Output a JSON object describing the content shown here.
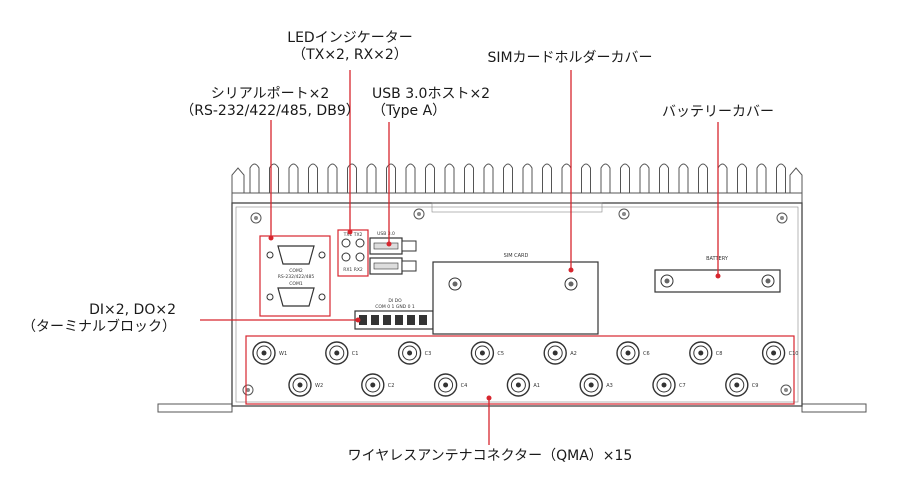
{
  "labels": {
    "led_line1": "LEDインジケーター",
    "led_line2": "（TX×2, RX×2）",
    "sim_cover": "SIMカードホルダーカバー",
    "serial_line1": "シリアルポート×2",
    "serial_line2": "（RS-232/422/485, DB9）",
    "usb_line1": "USB 3.0ホスト×2",
    "usb_line2": "（Type A）",
    "battery_cover": "バッテリーカバー",
    "dio_line1": "DI×2, DO×2",
    "dio_line2": "（ターミナルブロック）",
    "antenna": "ワイヤレスアンテナコネクター（QMA）×15"
  },
  "panel": {
    "sim_card": "SIM CARD",
    "battery": "BATTERY",
    "com2": "COM2",
    "com2_spec": "RS-232/422/485",
    "com1": "COM1",
    "led_tx": "TX1 TX2",
    "led_rx": "RX1 RX2",
    "usb": "USB 3.0",
    "dio_top": "DI    DO",
    "dio_bottom": "COM 0  1  GND  0  1",
    "antennas_top": [
      "W1",
      "C1",
      "C3",
      "C5",
      "A2",
      "C6",
      "C8",
      "C10"
    ],
    "antennas_bottom": [
      "W2",
      "C2",
      "C4",
      "A1",
      "A3",
      "C7",
      "C9"
    ]
  },
  "colors": {
    "callout": "#d7262e",
    "outline": "#444444",
    "label_text": "#1a1a1a"
  }
}
